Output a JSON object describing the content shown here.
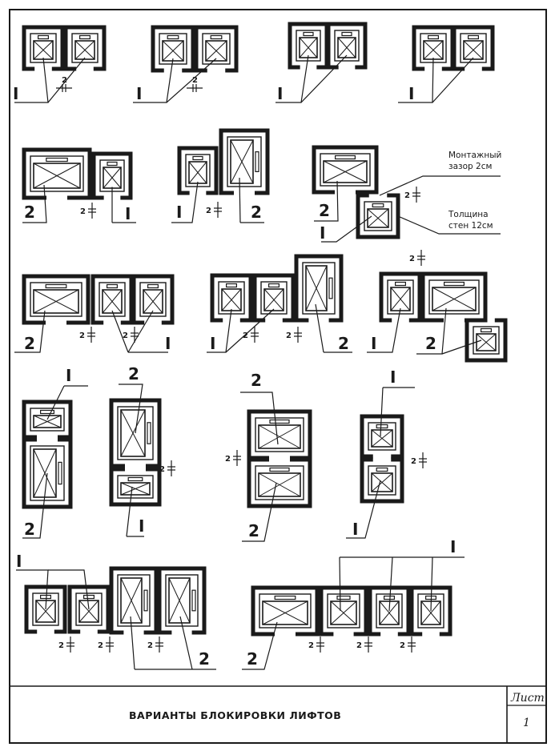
{
  "labels": {
    "type_small": "I",
    "type_large": "2",
    "gap_mark": "2"
  },
  "annotations": {
    "gap_line1": "Монтажный",
    "gap_line2": "зазор 2см",
    "wall_line1": "Толщина",
    "wall_line2": "стен 12см"
  },
  "title_block": {
    "title": "ВАРИАНТЫ БЛОКИРОВКИ ЛИФТОВ",
    "sheet_label": "Лист",
    "sheet_number": "1"
  }
}
